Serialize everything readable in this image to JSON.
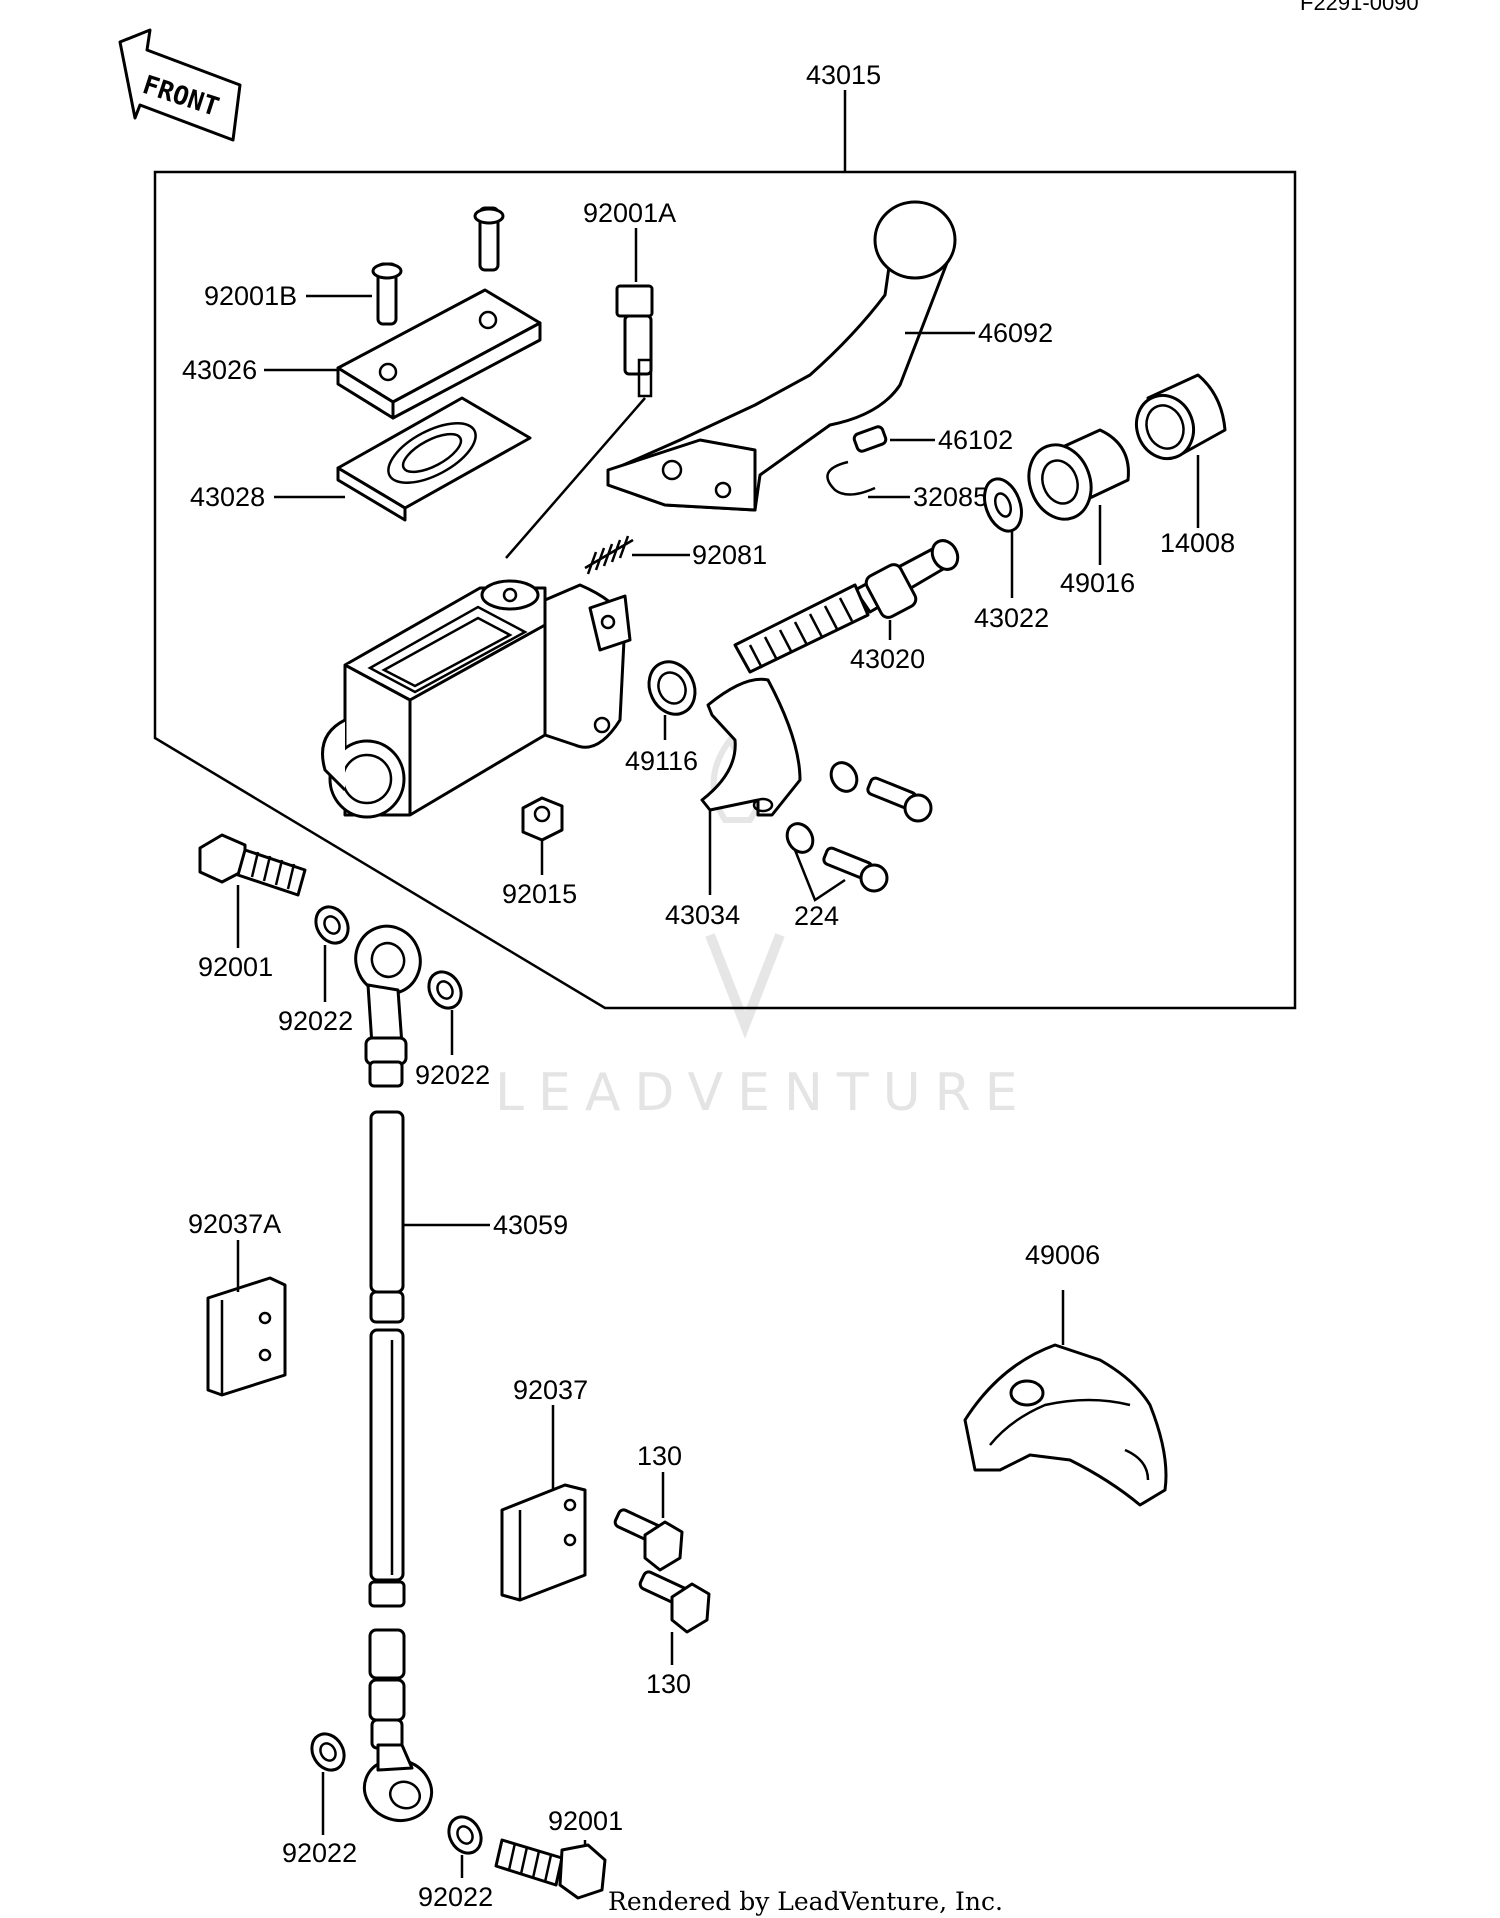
{
  "reference_code": "F2291-0090",
  "front_label": "FRONT",
  "watermark": "LEADVENTURE",
  "credit": "Rendered by LeadVenture, Inc.",
  "assembly_label": "43015",
  "callouts": {
    "p92001A": "92001A",
    "p46092": "46092",
    "p92001B": "92001B",
    "p43026": "43026",
    "p43028": "43028",
    "p46102": "46102",
    "p32085": "32085",
    "p14008": "14008",
    "p49016": "49016",
    "p92081": "92081",
    "p43022": "43022",
    "p43020": "43020",
    "p49116": "49116",
    "p92015": "92015",
    "p43034": "43034",
    "p224": "224",
    "p92001_top": "92001",
    "p92022_a": "92022",
    "p92022_b": "92022",
    "p43059": "43059",
    "p92037A": "92037A",
    "p49006": "49006",
    "p92037": "92037",
    "p130_a": "130",
    "p130_b": "130",
    "p92022_c": "92022",
    "p92001_bottom": "92001",
    "p92022_d": "92022"
  }
}
